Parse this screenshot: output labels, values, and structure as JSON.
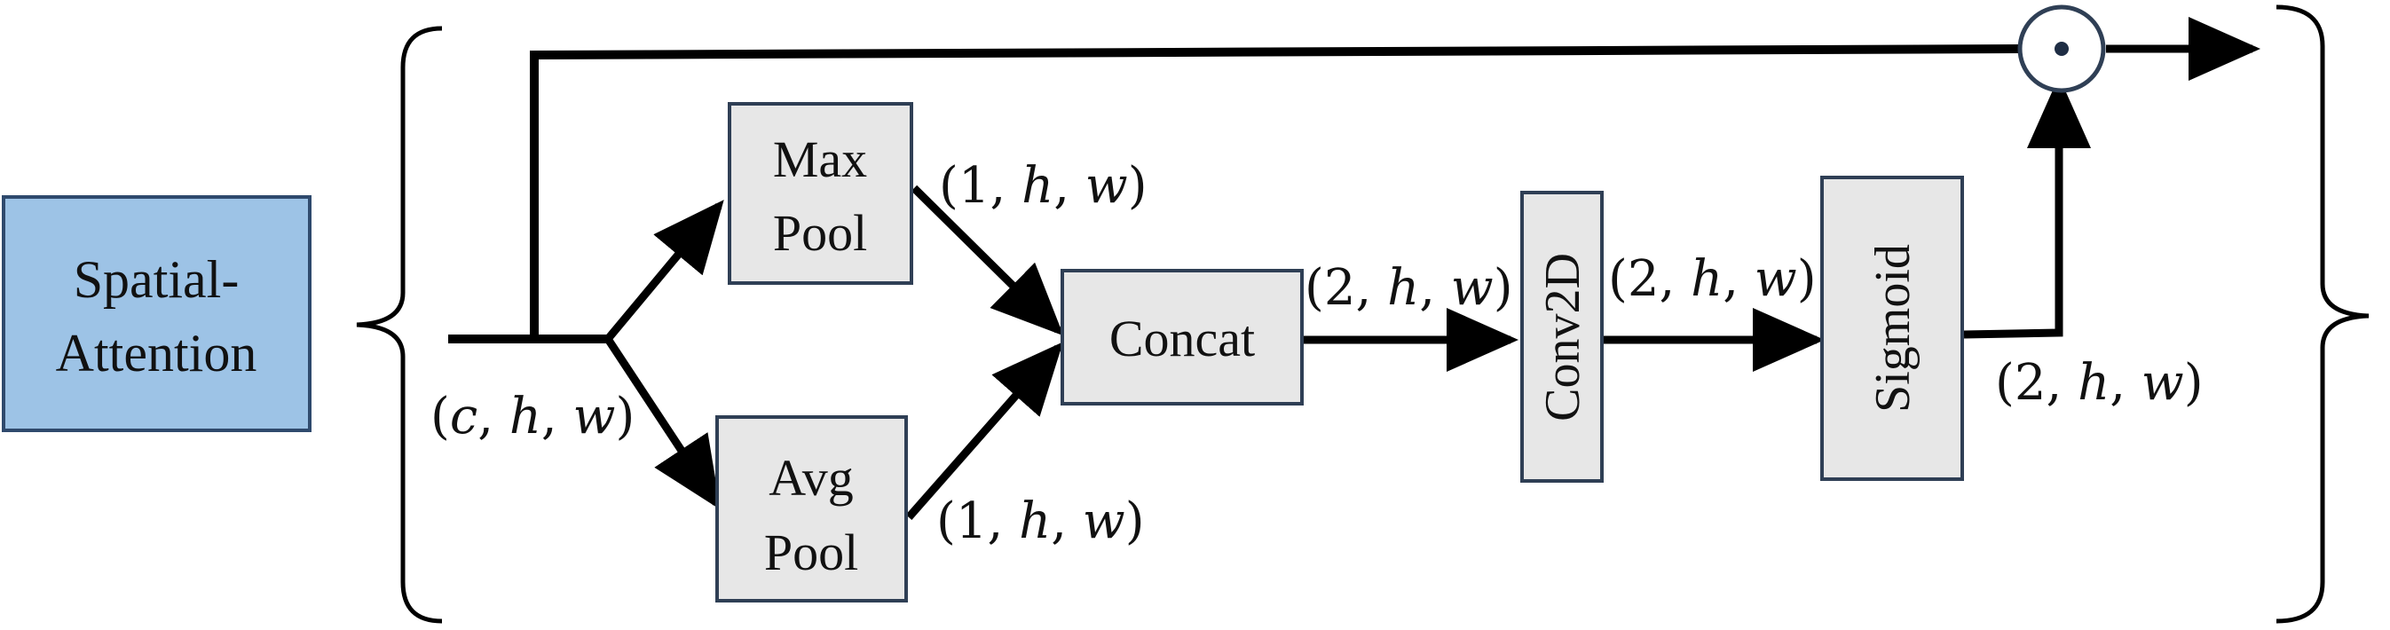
{
  "module_label": {
    "line1": "Spatial-",
    "line2": "Attention"
  },
  "nodes": {
    "max_pool": {
      "line1": "Max",
      "line2": "Pool"
    },
    "avg_pool": {
      "line1": "Avg",
      "line2": "Pool"
    },
    "concat": {
      "label": "Concat"
    },
    "conv2d": {
      "label": "Conv2D"
    },
    "sigmoid": {
      "label": "Sigmoid"
    },
    "multiply_symbol": "⊙"
  },
  "shapes": {
    "input": {
      "first": "c",
      "second": "h",
      "third": "w"
    },
    "max_pool_out": {
      "first": "1",
      "second": "h",
      "third": "w"
    },
    "avg_pool_out": {
      "first": "1",
      "second": "h",
      "third": "w"
    },
    "concat_out": {
      "first": "2",
      "second": "h",
      "third": "w"
    },
    "conv2d_out": {
      "first": "2",
      "second": "h",
      "third": "w"
    },
    "sigmoid_out": {
      "first": "2",
      "second": "h",
      "third": "w"
    }
  },
  "colors": {
    "module_fill": "#9dc3e6",
    "module_stroke": "#2f4a6d",
    "node_fill": "#e7e7e7",
    "node_stroke": "#2f3f55",
    "line": "#000000"
  }
}
